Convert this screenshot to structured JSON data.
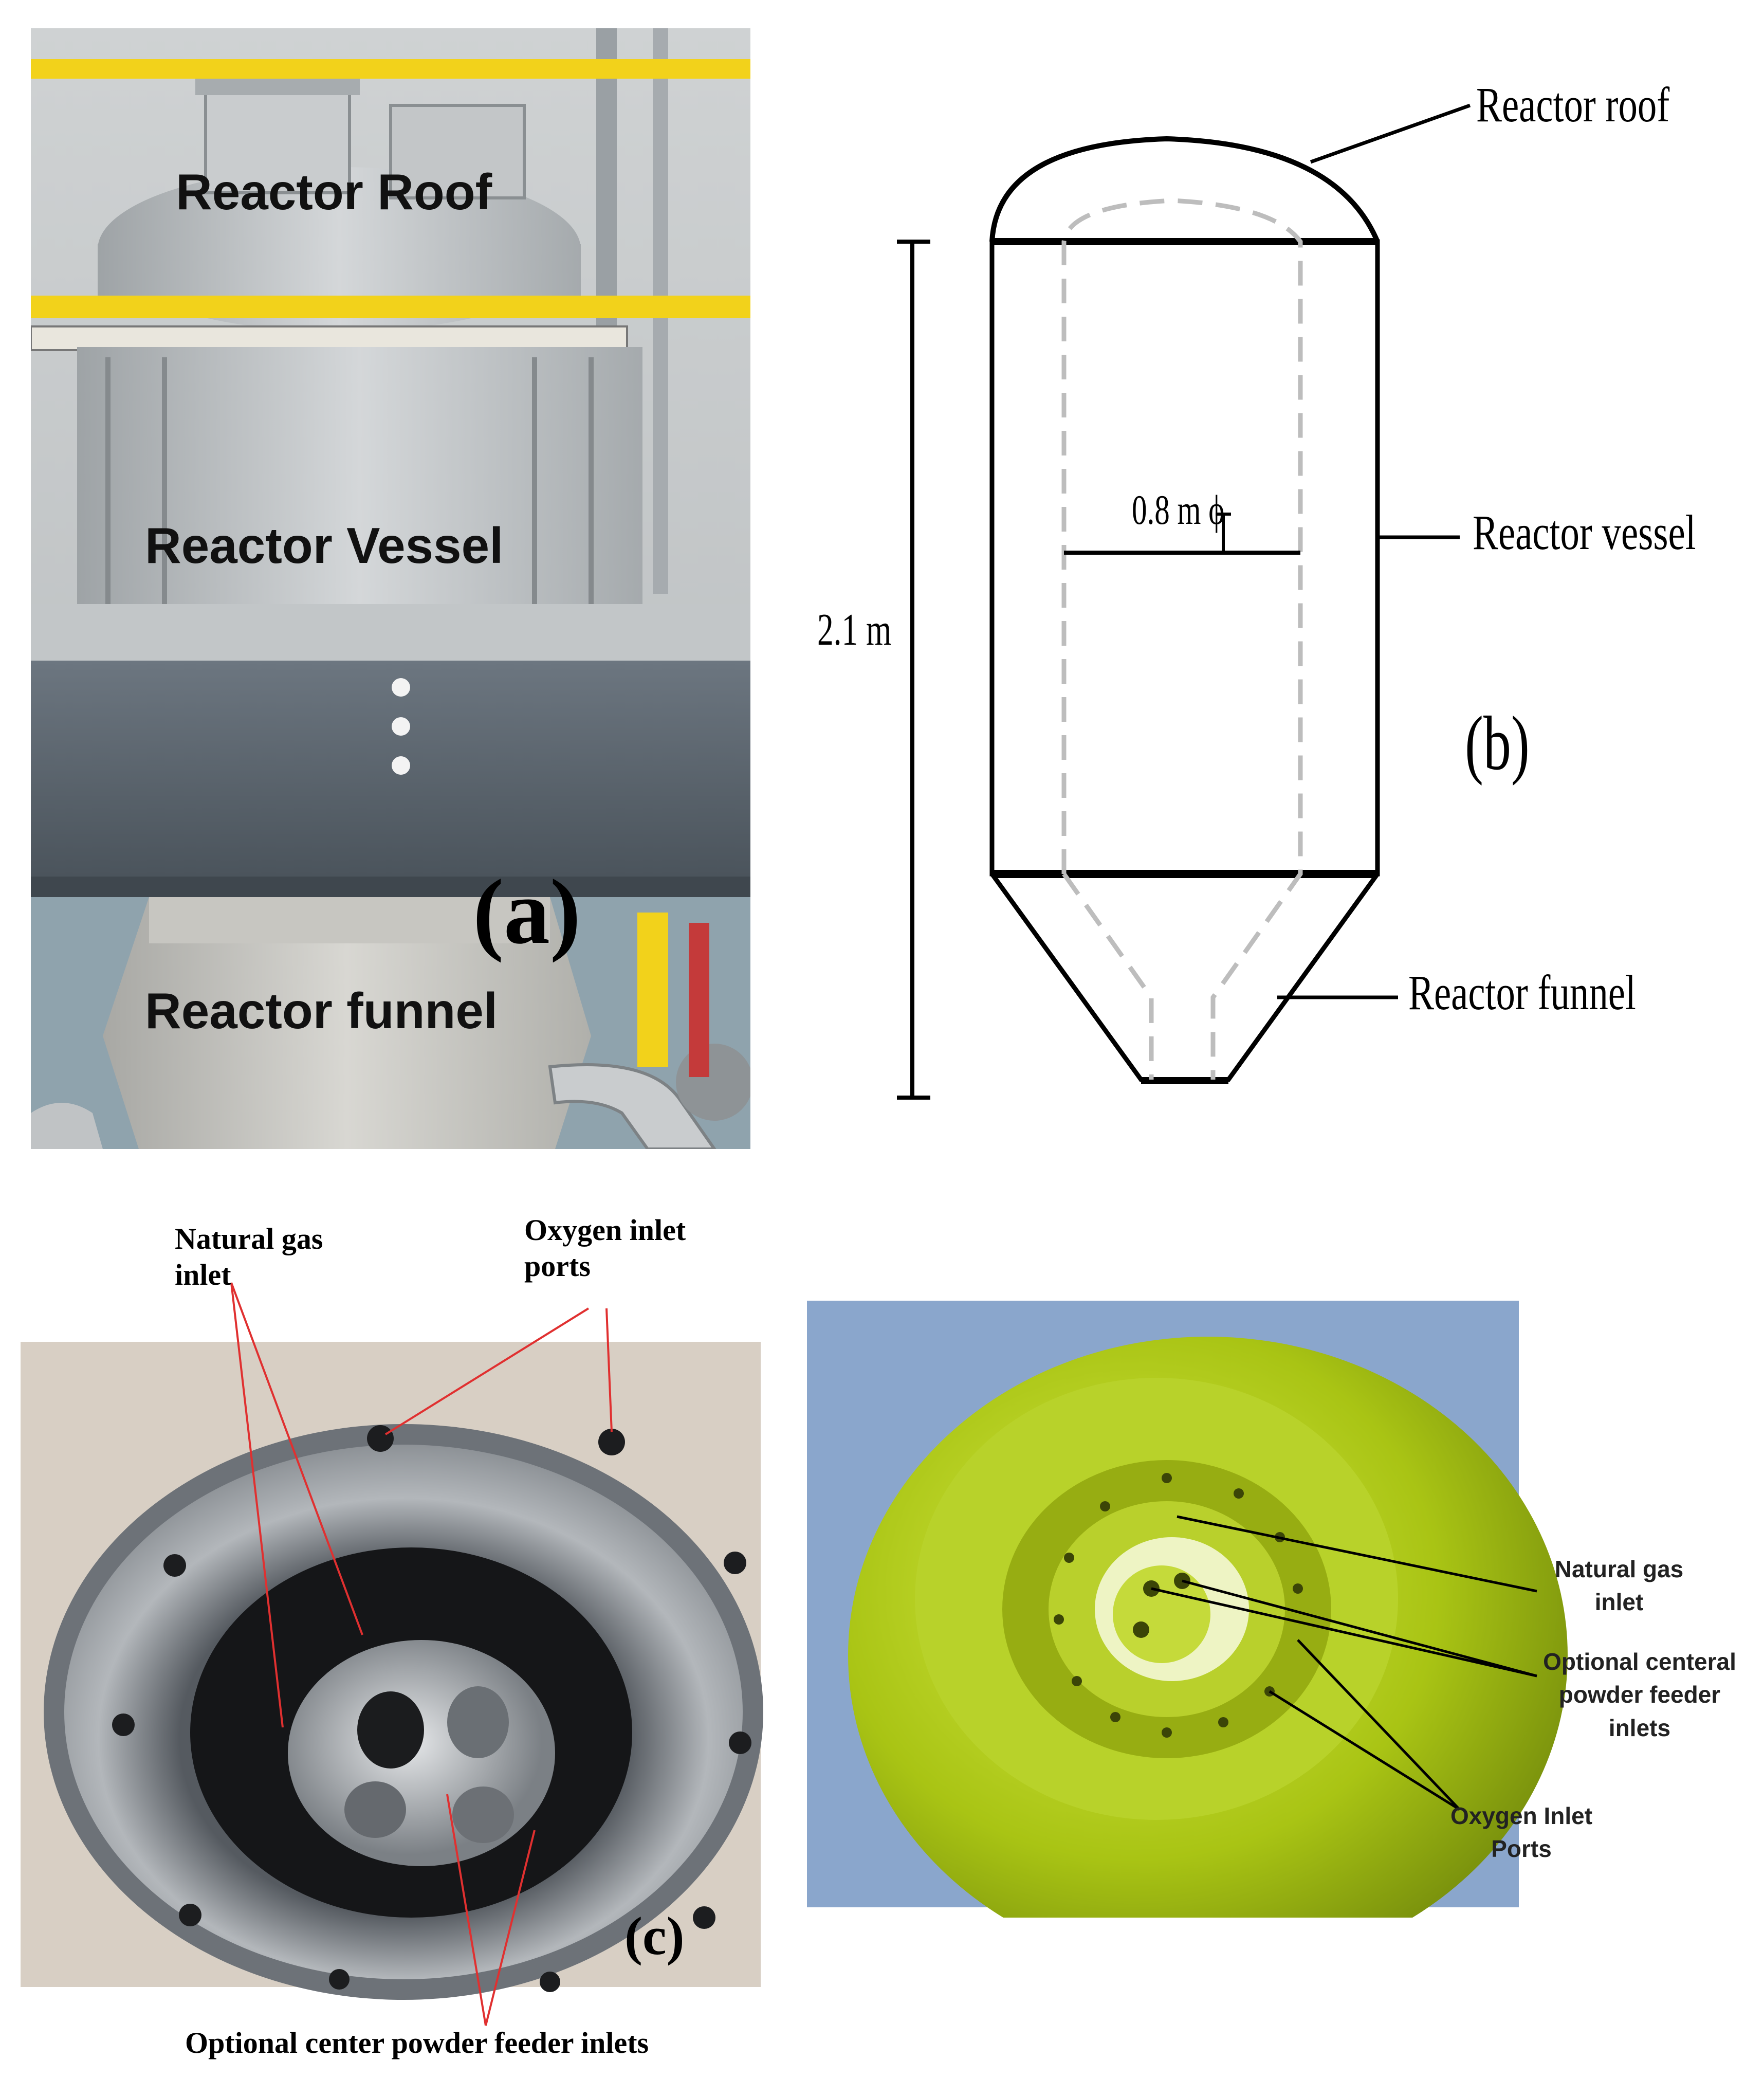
{
  "panel_a": {
    "label_roof": "Reactor Roof",
    "label_vessel": "Reactor Vessel",
    "label_funnel": "Reactor funnel",
    "panel_letter": "(a)",
    "colors": {
      "railing": "#f2d21b",
      "steel": "#b9bcbf",
      "beam": "#5c6670",
      "wall": "#d7d5cf"
    }
  },
  "panel_b": {
    "label_roof": "Reactor roof",
    "label_vessel": "Reactor vessel",
    "label_funnel": "Reactor funnel",
    "height_label": "2.1 m",
    "diameter_label": "0.8 m ϕ",
    "panel_letter": "(b)"
  },
  "panel_c": {
    "label_natural_gas": "Natural gas inlet",
    "label_oxygen": "Oxygen inlet ports",
    "label_center_feeder": "Optional center powder feeder inlets",
    "panel_letter": "(c)",
    "colors": {
      "leader": "#e03030",
      "metal": "#9a9fa5",
      "floor": "#d8cfc4"
    }
  },
  "panel_d": {
    "label_natural_gas": "Natural gas inlet",
    "label_central_feeder": "Optional centeral powder feeder inlets",
    "label_oxygen": "Oxygen Inlet Ports",
    "colors": {
      "background": "#8aa6cc",
      "body": "#a9c414"
    }
  }
}
